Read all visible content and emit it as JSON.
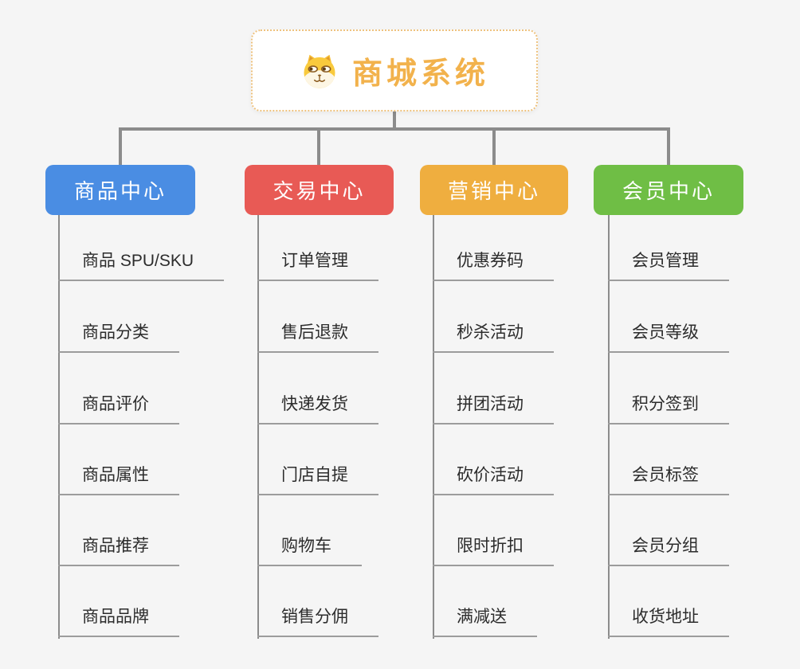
{
  "root": {
    "label": "商城系统",
    "icon": "doge-face-icon"
  },
  "branches": [
    {
      "label": "商品中心",
      "color": "#4a8de3",
      "items": [
        "商品 SPU/SKU",
        "商品分类",
        "商品评价",
        "商品属性",
        "商品推荐",
        "商品品牌"
      ]
    },
    {
      "label": "交易中心",
      "color": "#e85a55",
      "items": [
        "订单管理",
        "售后退款",
        "快递发货",
        "门店自提",
        "购物车",
        "销售分佣"
      ]
    },
    {
      "label": "营销中心",
      "color": "#efae3f",
      "items": [
        "优惠券码",
        "秒杀活动",
        "拼团活动",
        "砍价活动",
        "限时折扣",
        "满减送"
      ]
    },
    {
      "label": "会员中心",
      "color": "#6fbe45",
      "items": [
        "会员管理",
        "会员等级",
        "积分签到",
        "会员标签",
        "会员分组",
        "收货地址"
      ]
    }
  ],
  "colors": {
    "background": "#f5f5f5",
    "connector": "#8c8c8c",
    "underline": "#9c9c9c",
    "leaf_text": "#2c2c2c",
    "root_text": "#f2b24c",
    "root_border": "#eec27e"
  }
}
